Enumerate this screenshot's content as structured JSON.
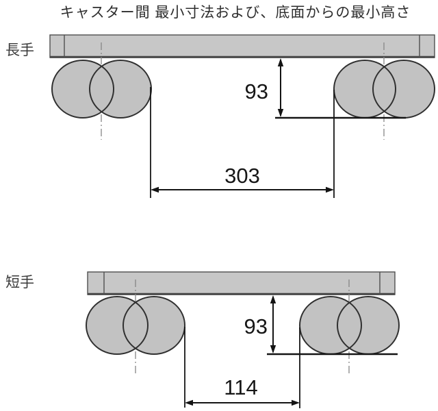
{
  "title": "キャスター間 最小寸法および、底面からの最小高さ",
  "diagrams": [
    {
      "id": "long-side",
      "label": "長手",
      "height_from_floor": "93",
      "caster_clearance": "303"
    },
    {
      "id": "short-side",
      "label": "短手",
      "height_from_floor": "93",
      "caster_clearance": "114"
    }
  ],
  "colors": {
    "plate_fill": "#c7c7c7",
    "wheel_fill": "#c2c2c2",
    "outline": "#303030",
    "dimension_line": "#141414",
    "centerline": "#868686"
  }
}
